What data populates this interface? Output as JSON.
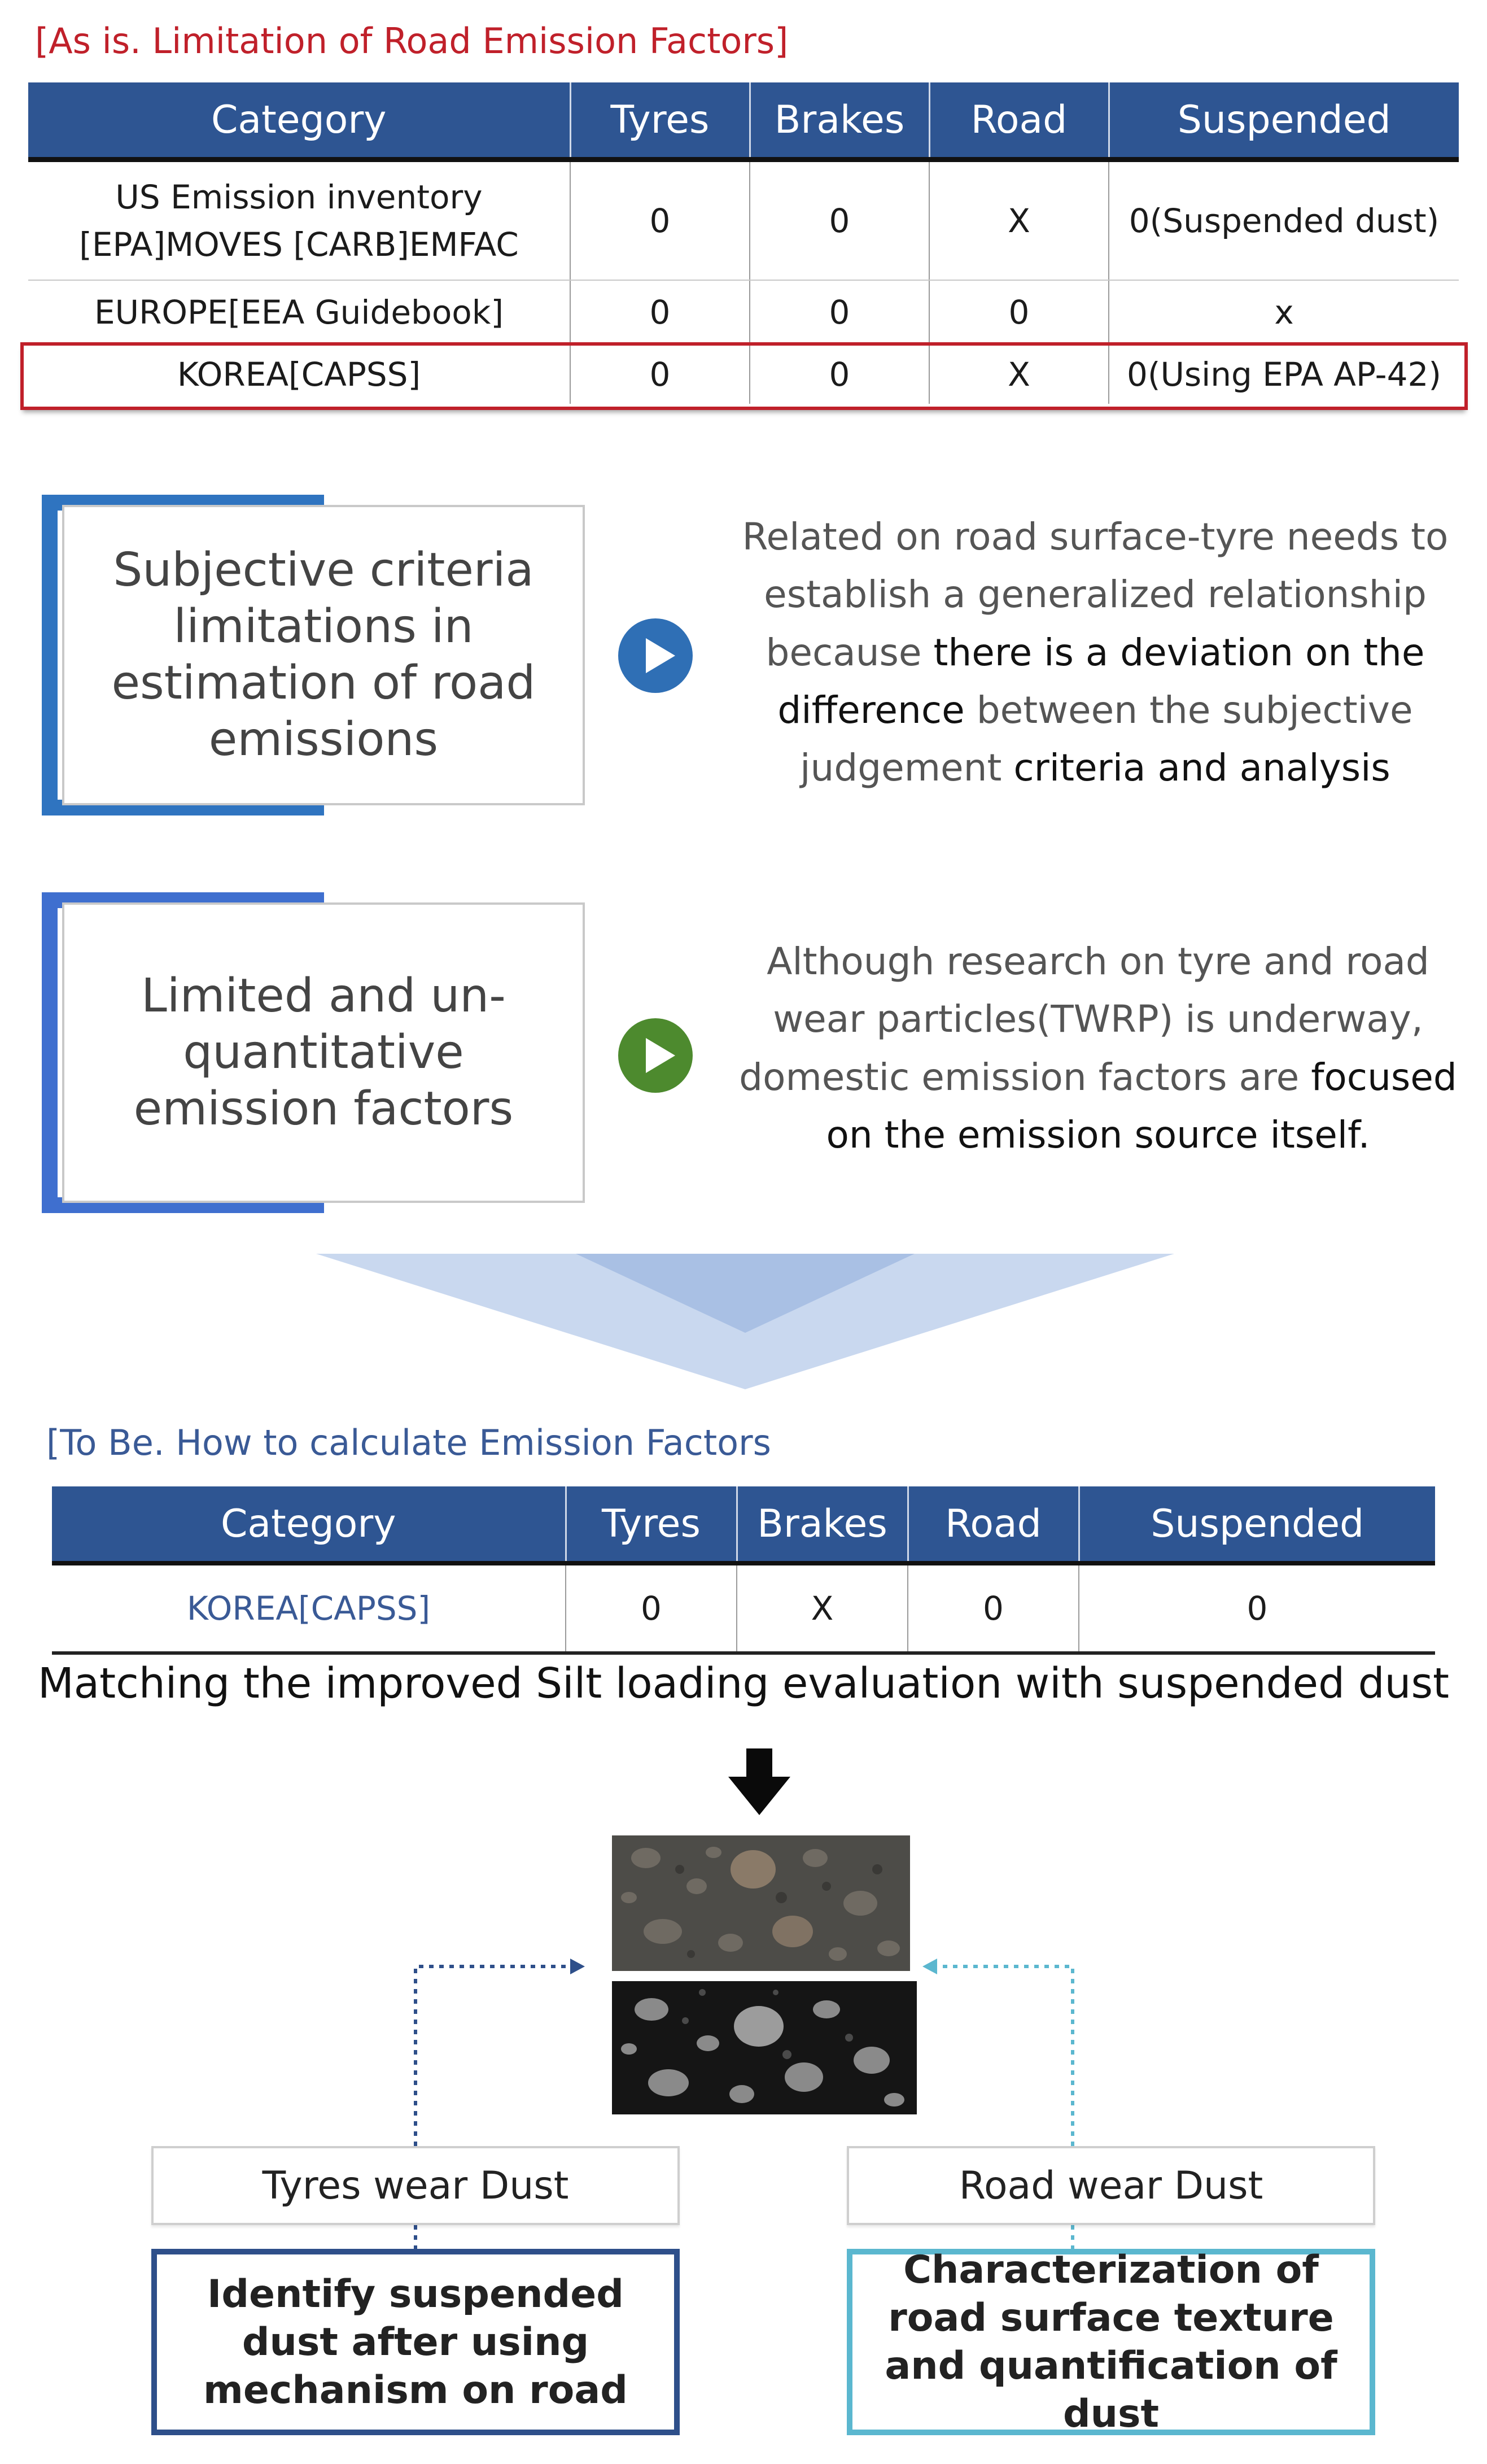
{
  "asis": {
    "title": "[As is. Limitation of Road Emission Factors]",
    "headers": [
      "Category",
      "Tyres",
      "Brakes",
      "Road",
      "Suspended"
    ],
    "rows": [
      {
        "category_line1": "US Emission inventory",
        "category_line2": "[EPA]MOVES [CARB]EMFAC",
        "tyres": "0",
        "brakes": "0",
        "road": "X",
        "suspended": "0(Suspended dust)"
      },
      {
        "category": "EUROPE[EEA Guidebook]",
        "tyres": "0",
        "brakes": "0",
        "road": "0",
        "suspended": "x"
      },
      {
        "category": "KOREA[CAPSS]",
        "tyres": "0",
        "brakes": "0",
        "road": "X",
        "suspended": "0(Using EPA AP-42)"
      }
    ]
  },
  "problems": [
    {
      "box_text": "Subjective criteria limitations in estimation of road emissions",
      "bracket_color": "#2f74c0",
      "play_color": "#2f6fb5",
      "desc_parts": [
        "Related on road surface-tyre needs to establish a generalized relationship because ",
        "there is a deviation on the difference",
        " between the subjective judgement ",
        "criteria and analysis"
      ]
    },
    {
      "box_text": "Limited and un-quantitative emission factors",
      "bracket_color": "#3f6fcf",
      "play_color": "#4d8a2e",
      "desc_parts": [
        "Although research on tyre and road wear particles(TWRP) is underway, domestic emission factors are ",
        "focused on the emission source itself."
      ]
    }
  ],
  "tobe": {
    "title": "[To Be. How to calculate Emission Factors",
    "headers": [
      "Category",
      "Tyres",
      "Brakes",
      "Road",
      "Suspended"
    ],
    "row": {
      "category": "KOREA[CAPSS]",
      "tyres": "0",
      "brakes": "X",
      "road": "0",
      "suspended": "0"
    }
  },
  "silt_text": "Matching the improved Silt loading evaluation with suspended dust",
  "bottom": {
    "left_label": "Tyres wear Dust",
    "left_detail": "Identify suspended dust after using mechanism on road",
    "left_color": "#2e4f8a",
    "right_label": "Road wear Dust",
    "right_detail": "Characterization of road surface texture and quantification of dust",
    "right_color": "#5bb7cf"
  }
}
